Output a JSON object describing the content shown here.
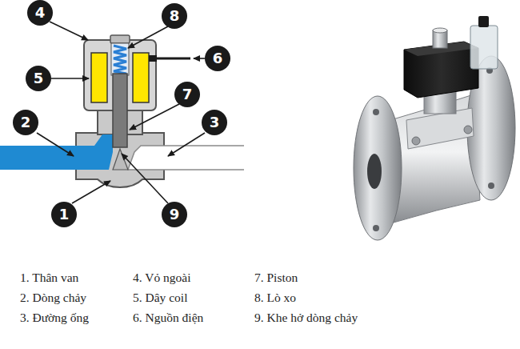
{
  "diagram": {
    "nodes": [
      {
        "text": [
          "4"
        ]
      },
      {
        "text": [
          "8"
        ]
      },
      {
        "text": [
          "6"
        ]
      },
      {
        "text": [
          "5"
        ]
      },
      {
        "text": [
          "7"
        ]
      },
      {
        "text": [
          "2"
        ]
      },
      {
        "text": [
          "3"
        ]
      },
      {
        "text": [
          "1"
        ]
      },
      {
        "text": [
          "9"
        ]
      }
    ],
    "labels": [
      "1. Thân van",
      "4. Vỏ ngoài",
      "7. Piston",
      "2. Dòng chảy",
      "5. Dây coil",
      "8. Lò xo",
      "3. Đường ống",
      "6. Nguồn điện",
      "9. Khe hở dòng chảy"
    ]
  }
}
